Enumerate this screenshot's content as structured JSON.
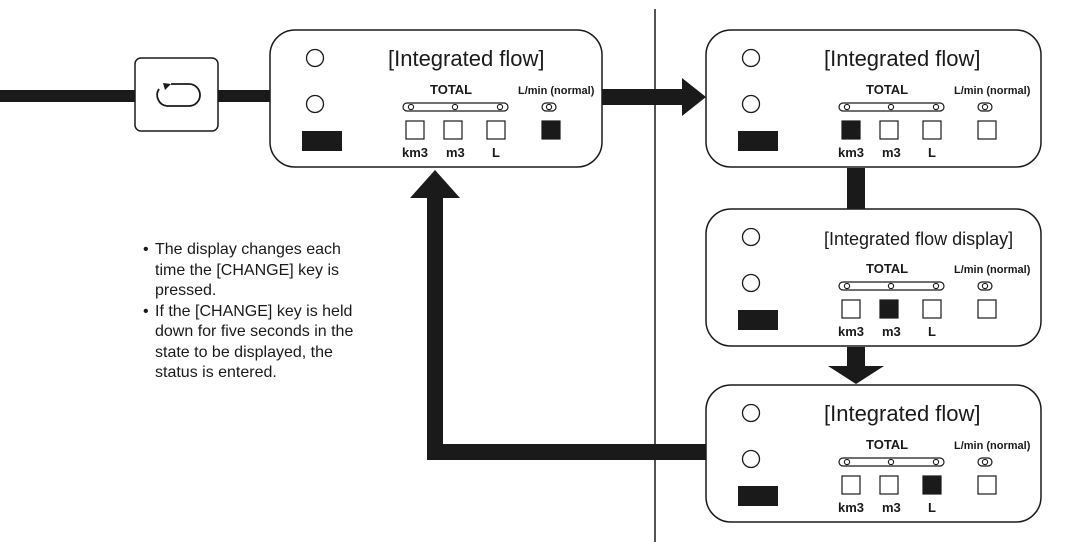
{
  "panels": [
    {
      "title": "[Integrated flow]",
      "total_label": "TOTAL",
      "mode_label": "L/min (normal)",
      "units": [
        "km3",
        "m3",
        "L"
      ],
      "active": "L/min (normal)"
    },
    {
      "title": "[Integrated flow]",
      "total_label": "TOTAL",
      "mode_label": "L/min (normal)",
      "units": [
        "km3",
        "m3",
        "L"
      ],
      "active": "km3"
    },
    {
      "title": "[Integrated flow display]",
      "total_label": "TOTAL",
      "mode_label": "L/min (normal)",
      "units": [
        "km3",
        "m3",
        "L"
      ],
      "active": "m3"
    },
    {
      "title": "[Integrated flow]",
      "total_label": "TOTAL",
      "mode_label": "L/min (normal)",
      "units": [
        "km3",
        "m3",
        "L"
      ],
      "active": "L"
    }
  ],
  "notes": [
    "The display changes each time the [CHANGE] key is pressed.",
    "If the [CHANGE] key is held down for five seconds in the state to be displayed, the status is entered."
  ],
  "icons": {
    "change_key": "rotate-arrow-icon"
  },
  "colors": {
    "ink": "#1a1a1a",
    "background": "#ffffff"
  }
}
